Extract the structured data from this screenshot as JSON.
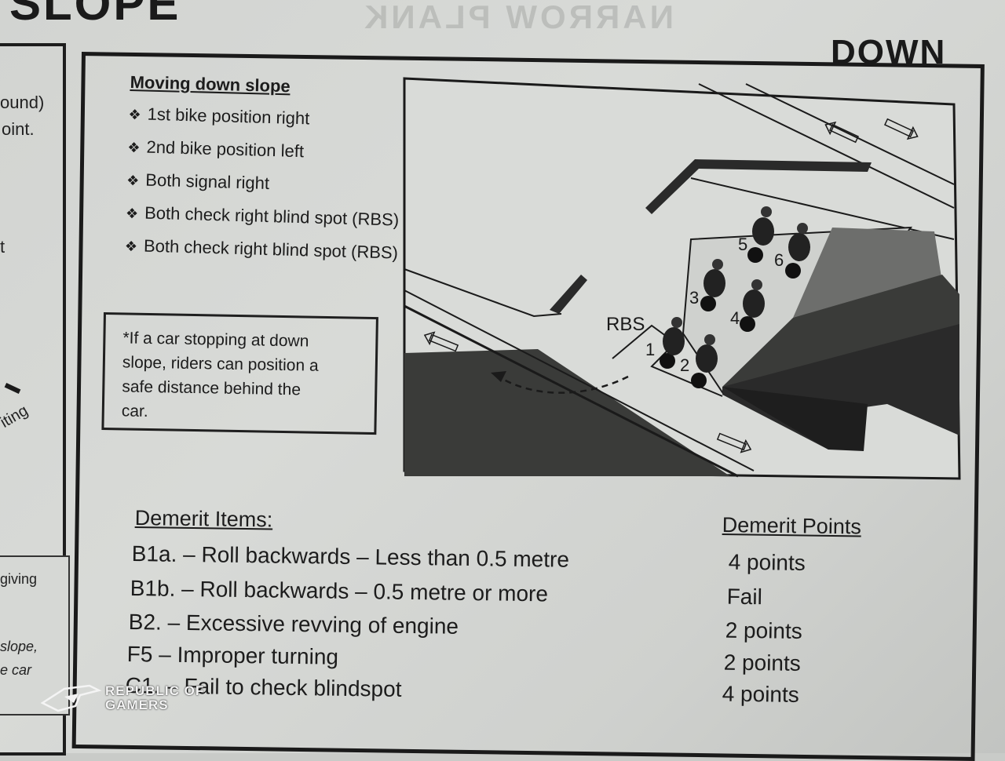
{
  "header": {
    "title": "SLOPE",
    "bleed_through": "NARROW PLANK",
    "down_label": "DOWN"
  },
  "left_page": {
    "fragments": [
      "ound)",
      "oint.",
      "t",
      "iting",
      "giving",
      "slope,",
      "e car"
    ]
  },
  "section": {
    "title": "Moving down slope",
    "bullets": [
      "1st bike position right",
      "2nd bike position left",
      "Both signal right",
      "Both check right blind spot (RBS) before moving forward",
      "Both check right blind spot (RBS) before moving and turning right."
    ]
  },
  "note": {
    "lines": [
      "*If a car stopping at down",
      "slope, riders can position a",
      "safe distance behind the",
      "car."
    ]
  },
  "diagram": {
    "rbs_label": "RBS",
    "bike_numbers": [
      "1",
      "2",
      "3",
      "4",
      "5",
      "6"
    ]
  },
  "demerit": {
    "items_title": "Demerit Items:",
    "points_title": "Demerit Points",
    "rows": [
      {
        "item": "B1a. – Roll backwards – Less than 0.5 metre",
        "points": "4 points"
      },
      {
        "item": "B1b. – Roll backwards – 0.5 metre or more",
        "points": "Fail"
      },
      {
        "item": "B2. – Excessive revving of engine",
        "points": "2 points"
      },
      {
        "item": "F5 – Improper turning",
        "points": "2 points"
      },
      {
        "item": "C1. – Fail to check blindspot",
        "points": "4 points"
      }
    ]
  },
  "watermark": {
    "line1": "REPUBLIC OF",
    "line2": "GAMERS"
  },
  "colors": {
    "ink": "#1c1c1c",
    "paper": "#d5d7d4",
    "shade": "#4a4a48"
  }
}
